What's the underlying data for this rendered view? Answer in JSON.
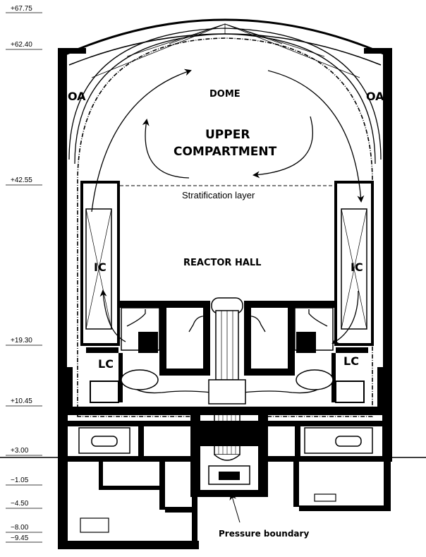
{
  "elevations": [
    "+67.75",
    "+62.40",
    "+42.55",
    "+19.30",
    "+10.45",
    "+3.00",
    "−1.05",
    "−4.50",
    "−8.00",
    "−9.45"
  ],
  "labels": {
    "oa_left": "OA",
    "oa_right": "OA",
    "dome": "DOME",
    "upper_line1": "UPPER",
    "upper_line2": "COMPARTMENT",
    "stratification": "Stratification layer",
    "reactor_hall": "REACTOR HALL",
    "ic_left": "IC",
    "ic_right": "IC",
    "lc_left": "LC",
    "lc_right": "LC",
    "pressure_boundary": "Pressure boundary"
  }
}
